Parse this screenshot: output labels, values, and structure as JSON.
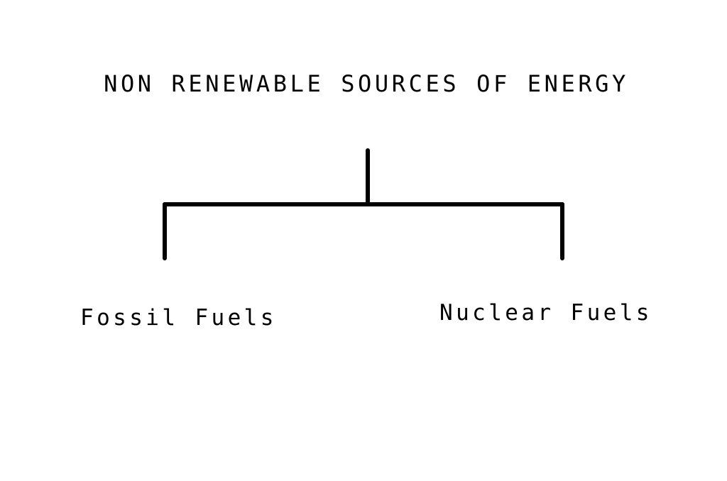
{
  "diagram": {
    "root": {
      "label": "NON RENEWABLE SOURCES OF ENERGY"
    },
    "children": [
      {
        "label": "Fossil Fuels"
      },
      {
        "label": "Nuclear Fuels"
      }
    ],
    "colors": {
      "line": "#000000",
      "text": "#000000",
      "background": "#ffffff"
    }
  }
}
